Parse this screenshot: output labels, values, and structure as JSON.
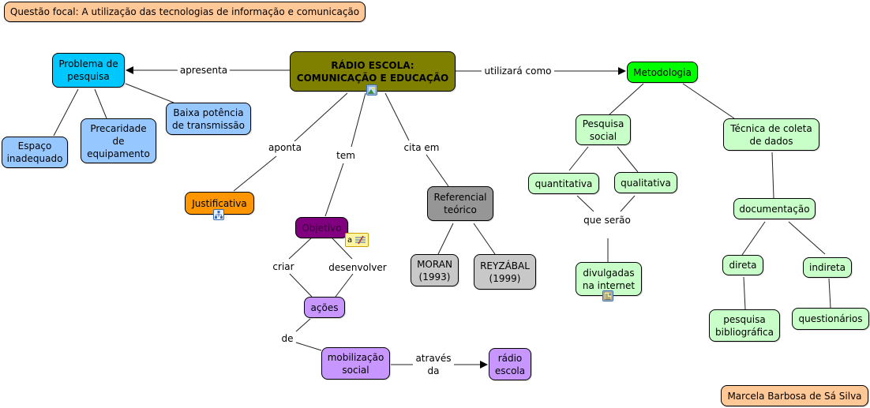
{
  "focal_question": "Questão focal: A utilização das tecnologias de informação e comunicação",
  "author": "Marcela Barbosa de Sá Silva",
  "concepts": {
    "main": "RÁDIO ESCOLA:\nCOMUNICAÇÃO E EDUCAÇÃO",
    "problema": "Problema de\npesquisa",
    "espaco": "Espaço\ninadequado",
    "precariedade": "Precaridade\nde\nequipamento",
    "baixa": "Baixa potência\nde transmissão",
    "justificativa": "Justificativa",
    "objetivo": "Objetivo",
    "acoes": "ações",
    "mobilizacao": "mobilização\nsocial",
    "radio": "rádio\nescola",
    "referencial": "Referencial\nteórico",
    "moran": "MORAN\n(1993)",
    "reyzabal": "REYZÁBAL\n(1999)",
    "metodologia": "Metodologia",
    "pesquisa_social": "Pesquisa\nsocial",
    "quantitativa": "quantitativa",
    "qualitativa": "qualitativa",
    "divulgadas": "divulgadas\nna internet",
    "tecnica": "Técnica de coleta\nde dados",
    "documentacao": "documentação",
    "direta": "direta",
    "indireta": "indireta",
    "bibliografica": "pesquisa\nbibliográfica",
    "questionarios": "questionários"
  },
  "links": {
    "apresenta": "apresenta",
    "utilizara": "utilizará como",
    "aponta": "aponta",
    "tem": "tem",
    "cita": "cita em",
    "criar": "criar",
    "desenvolver": "desenvolver",
    "de": "de",
    "atraves": "através\nda",
    "que_serao": "que serão"
  },
  "icons": {
    "main": "image-resource-icon",
    "justificativa": "concept-map-resource-icon",
    "objetivo": "annotation-note-icon",
    "divulgadas": "web-page-resource-icon"
  },
  "colors": {
    "focal": "#ffc896",
    "main": "#808000",
    "problema": "#00c8ff",
    "problema_children": "#96c8ff",
    "justificativa": "#ff9600",
    "objetivo": "#800080",
    "objetivo_children": "#c896ff",
    "referencial": "#969696",
    "referencial_children": "#c8c8c8",
    "metodologia": "#00ff00",
    "metodologia_children": "#c8ffc8"
  }
}
